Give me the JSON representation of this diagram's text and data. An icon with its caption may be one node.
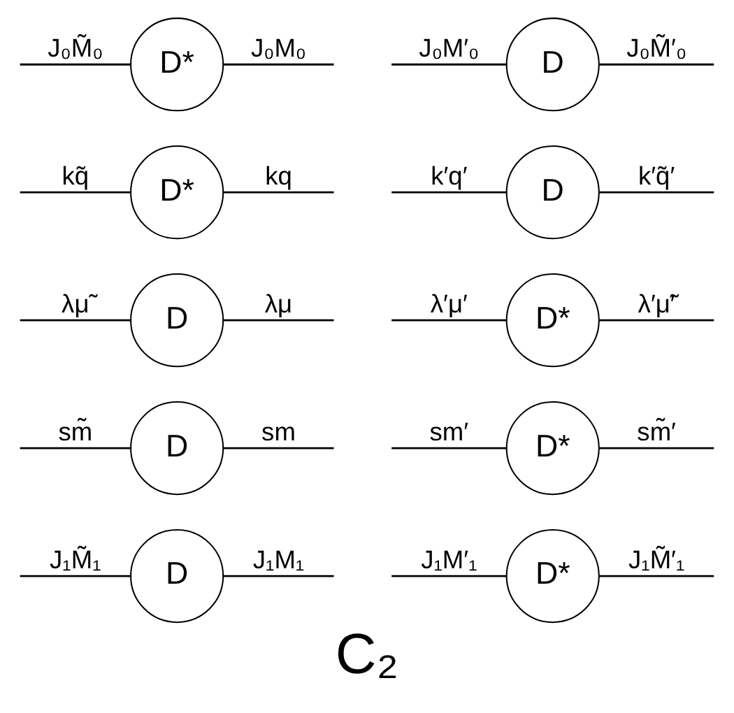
{
  "diagram": {
    "caption": "C₂",
    "nodes": [
      {
        "text": [
          "D*"
        ]
      },
      {
        "text": [
          "D"
        ]
      },
      {
        "text": [
          "D*"
        ]
      },
      {
        "text": [
          "D"
        ]
      },
      {
        "text": [
          "D"
        ]
      },
      {
        "text": [
          "D*"
        ]
      },
      {
        "text": [
          "D"
        ]
      },
      {
        "text": [
          "D*"
        ]
      },
      {
        "text": [
          "D"
        ]
      },
      {
        "text": [
          "D*"
        ]
      }
    ],
    "edges": [
      {
        "from": null,
        "to": 0,
        "arrow": "none",
        "label": "J₀M̃₀"
      },
      {
        "from": 0,
        "to": null,
        "arrow": "none",
        "label": "J₀M₀"
      },
      {
        "from": null,
        "to": 1,
        "arrow": "none",
        "label": "J₀M′₀"
      },
      {
        "from": 1,
        "to": null,
        "arrow": "none",
        "label": "J₀M̃′₀"
      },
      {
        "from": null,
        "to": 2,
        "arrow": "none",
        "label": "kq̃"
      },
      {
        "from": 2,
        "to": null,
        "arrow": "none",
        "label": "kq"
      },
      {
        "from": null,
        "to": 3,
        "arrow": "none",
        "label": "k′q′"
      },
      {
        "from": 3,
        "to": null,
        "arrow": "none",
        "label": "k′q̃′"
      },
      {
        "from": null,
        "to": 4,
        "arrow": "none",
        "label": "λμ̃"
      },
      {
        "from": 4,
        "to": null,
        "arrow": "none",
        "label": "λμ"
      },
      {
        "from": null,
        "to": 5,
        "arrow": "none",
        "label": "λ′μ′"
      },
      {
        "from": 5,
        "to": null,
        "arrow": "none",
        "label": "λ′μ̃′"
      },
      {
        "from": null,
        "to": 6,
        "arrow": "none",
        "label": "sm̃"
      },
      {
        "from": 6,
        "to": null,
        "arrow": "none",
        "label": "sm"
      },
      {
        "from": null,
        "to": 7,
        "arrow": "none",
        "label": "sm′"
      },
      {
        "from": 7,
        "to": null,
        "arrow": "none",
        "label": "sm̃′"
      },
      {
        "from": null,
        "to": 8,
        "arrow": "none",
        "label": "J₁M̃₁"
      },
      {
        "from": 8,
        "to": null,
        "arrow": "none",
        "label": "J₁M₁"
      },
      {
        "from": null,
        "to": 9,
        "arrow": "none",
        "label": "J₁M′₁"
      },
      {
        "from": 9,
        "to": null,
        "arrow": "none",
        "label": "J₁M̃′₁"
      }
    ]
  }
}
